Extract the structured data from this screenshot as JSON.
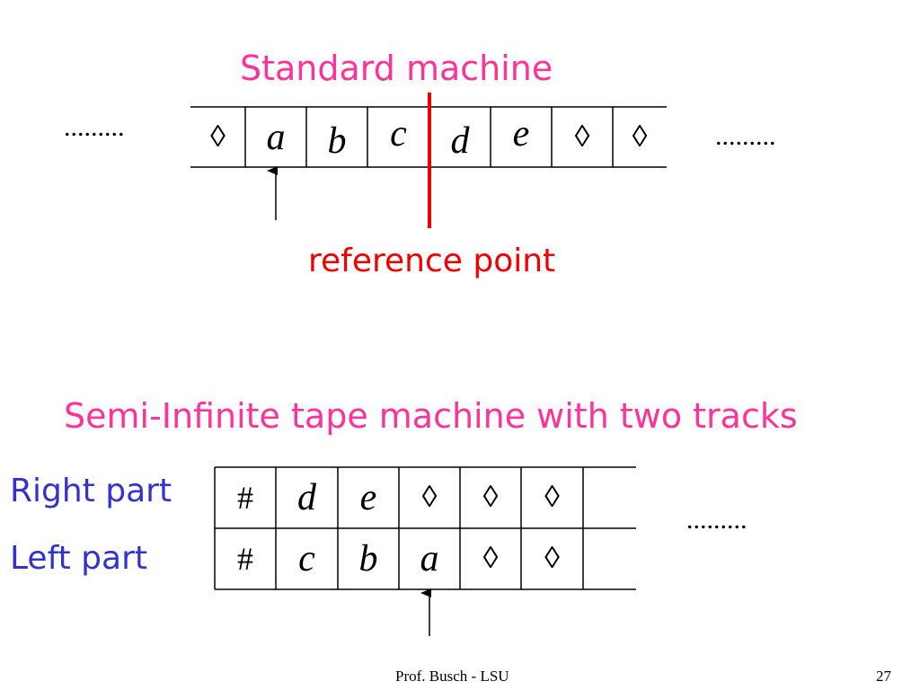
{
  "standard": {
    "title": "Standard machine",
    "left_dots": ".........",
    "right_dots": ".........",
    "cells": [
      "◊",
      "a",
      "b",
      "c",
      "d",
      "e",
      "◊",
      "◊"
    ],
    "reference_label": "reference point"
  },
  "semi": {
    "title": "Semi-Infinite tape machine with two tracks",
    "right_label": "Right part",
    "left_label": "Left part",
    "right_track": [
      "#",
      "d",
      "e",
      "◊",
      "◊",
      "◊",
      ""
    ],
    "left_track": [
      "#",
      "c",
      "b",
      "a",
      "◊",
      "◊",
      ""
    ],
    "dots": "........."
  },
  "footer": {
    "author": "Prof. Busch - LSU",
    "page_number": "27"
  },
  "colors": {
    "title": "#ff3399",
    "reference": "#ee0000",
    "part_label": "#3333cc"
  }
}
